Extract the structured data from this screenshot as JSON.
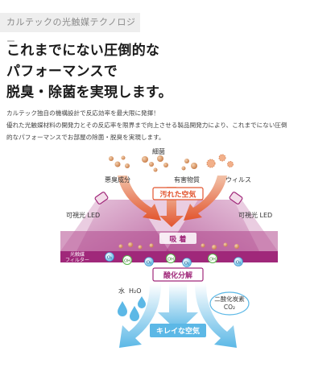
{
  "header": {
    "label": "カルテックの光触媒テクノロジー"
  },
  "headline": {
    "line1": "これまでにない圧倒的な",
    "line2": "パフォーマンスで",
    "line3": "脱臭・除菌を実現します。"
  },
  "body": {
    "line1": "カルテック独自の機構設計で反応効率を最大限に発揮！",
    "line2": "優れた光触媒材料の開発力とその反応率を限界まで向上させる製品開発力により、これまでにない圧倒",
    "line3": "的なパフォーマンスでお部屋の除菌・脱臭を実現します。"
  },
  "diagram": {
    "germs": "細菌",
    "odor": "悪臭成分",
    "harmful": "有害物質",
    "virus": "ウィルス",
    "dirty_air": "汚れた空気",
    "led_left": "可視光 LED",
    "led_right": "可視光 LED",
    "adsorption": "吸 着",
    "filter_line1": "光触媒",
    "filter_line2": "フィルター",
    "o2": "O₂",
    "oh": "OH",
    "oxidation": "酸化分解",
    "water": "水",
    "h2o": "H₂O",
    "co2_label": "二酸化炭素",
    "co2": "CO₂",
    "clean_air": "キレイな空気"
  },
  "colors": {
    "purple": "#a0287a",
    "red_orange": "#e2552f",
    "blue": "#5cb8e6",
    "light_blue": "#cdeaf7",
    "green": "#57b648"
  }
}
